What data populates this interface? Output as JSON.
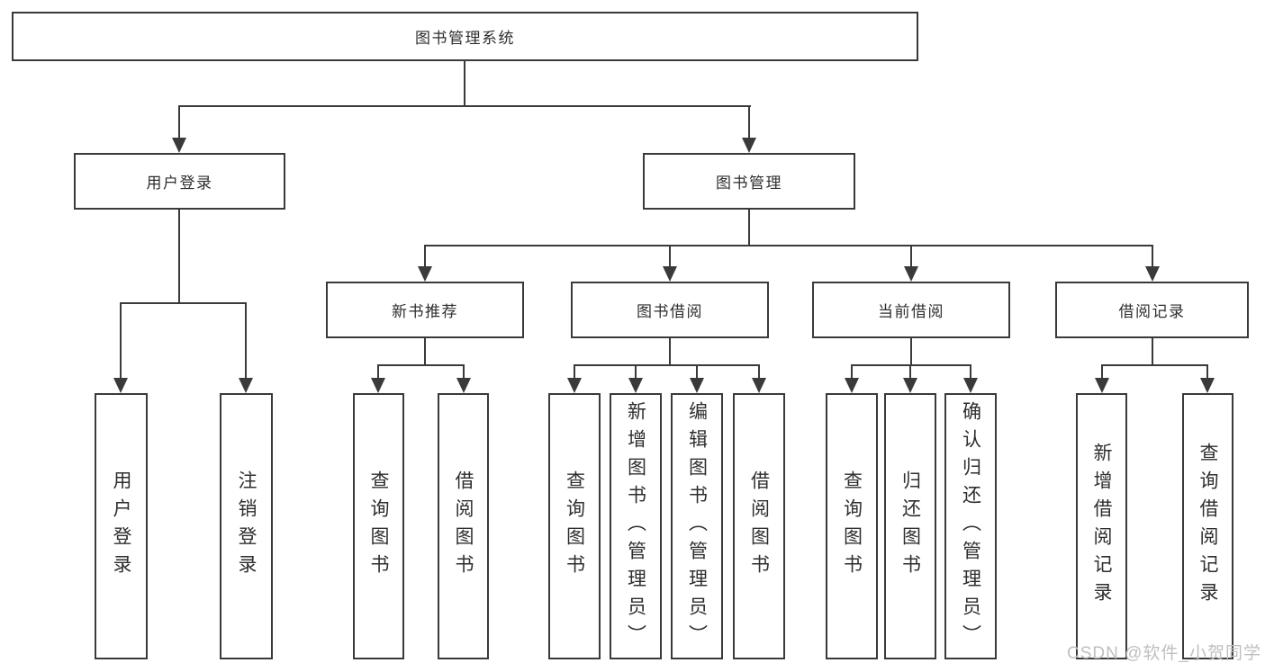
{
  "diagram": {
    "root": {
      "label": "图书管理系统"
    },
    "branches": [
      {
        "label": "用户登录",
        "children": [
          {
            "label": "用户登录"
          },
          {
            "label": "注销登录"
          }
        ]
      },
      {
        "label": "图书管理",
        "children": [
          {
            "label": "新书推荐",
            "children": [
              {
                "label": "查询图书"
              },
              {
                "label": "借阅图书"
              }
            ]
          },
          {
            "label": "图书借阅",
            "children": [
              {
                "label": "查询图书"
              },
              {
                "label": "新增图书（管理员）"
              },
              {
                "label": "编辑图书（管理员）"
              },
              {
                "label": "借阅图书"
              }
            ]
          },
          {
            "label": "当前借阅",
            "children": [
              {
                "label": "查询图书"
              },
              {
                "label": "归还图书"
              },
              {
                "label": "确认归还（管理员）"
              }
            ]
          },
          {
            "label": "借阅记录",
            "children": [
              {
                "label": "新增借阅记录"
              },
              {
                "label": "查询借阅记录"
              }
            ]
          }
        ]
      }
    ],
    "watermark": "CSDN @软件_小贺同学",
    "colors": {
      "line": "#3a3a3a",
      "text": "#2e2e2e",
      "watermark": "#bfbfbf",
      "background": "#ffffff"
    }
  }
}
